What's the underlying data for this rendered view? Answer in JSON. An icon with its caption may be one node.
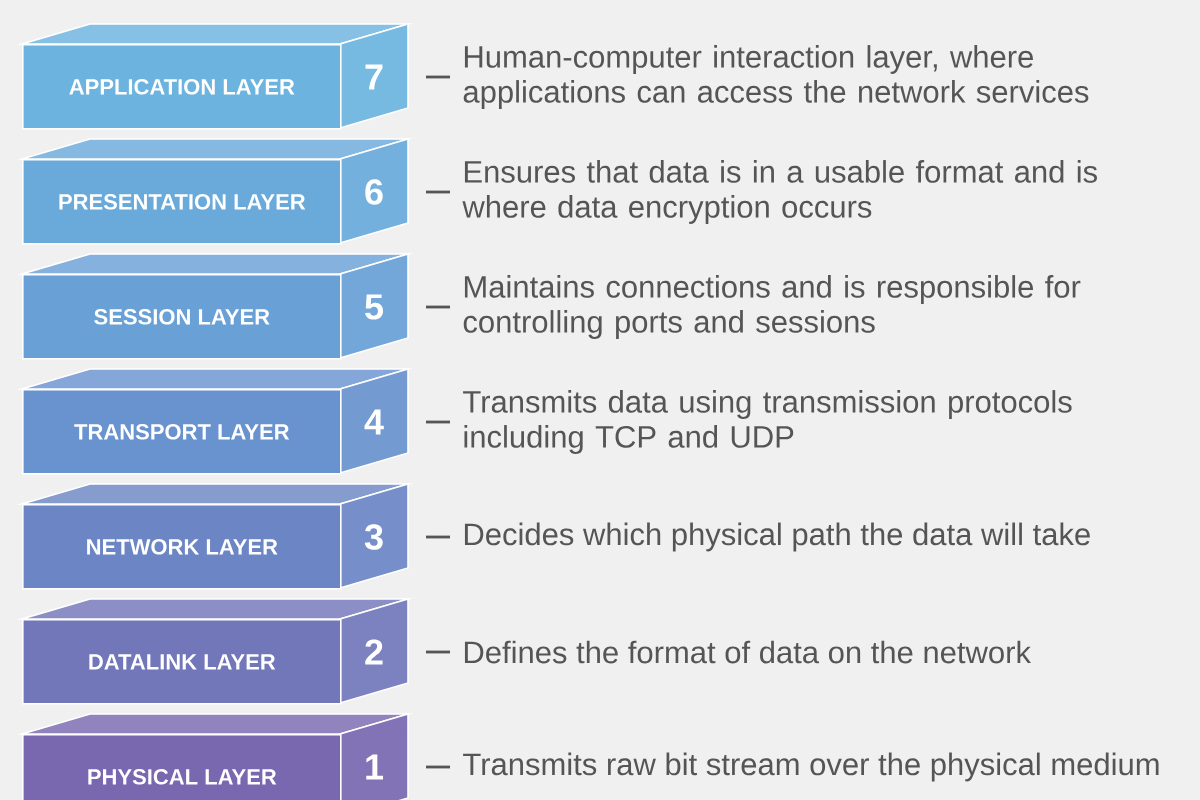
{
  "diagram": {
    "nodes": [
      {
        "text": [
          "APPLICATION LAYER",
          "7"
        ],
        "beside": [
          "Human-computer interaction layer, where applications can access the network services"
        ]
      },
      {
        "text": [
          "PRESENTATION LAYER",
          "6"
        ],
        "beside": [
          "Ensures that data is in a usable format and is where data encryption occurs"
        ]
      },
      {
        "text": [
          "SESSION LAYER",
          "5"
        ],
        "beside": [
          "Maintains connections and is responsible for controlling ports and sessions"
        ]
      },
      {
        "text": [
          "TRANSPORT LAYER",
          "4"
        ],
        "beside": [
          "Transmits data using transmission protocols including TCP and UDP"
        ]
      },
      {
        "text": [
          "NETWORK LAYER",
          "3"
        ],
        "beside": [
          "Decides which physical path the data will take"
        ]
      },
      {
        "text": [
          "DATALINK LAYER",
          "2"
        ],
        "beside": [
          "Defines the format of data on the network"
        ]
      },
      {
        "text": [
          "PHYSICAL LAYER",
          "1"
        ],
        "beside": [
          "Transmits raw bit stream over the physical medium"
        ]
      }
    ]
  }
}
